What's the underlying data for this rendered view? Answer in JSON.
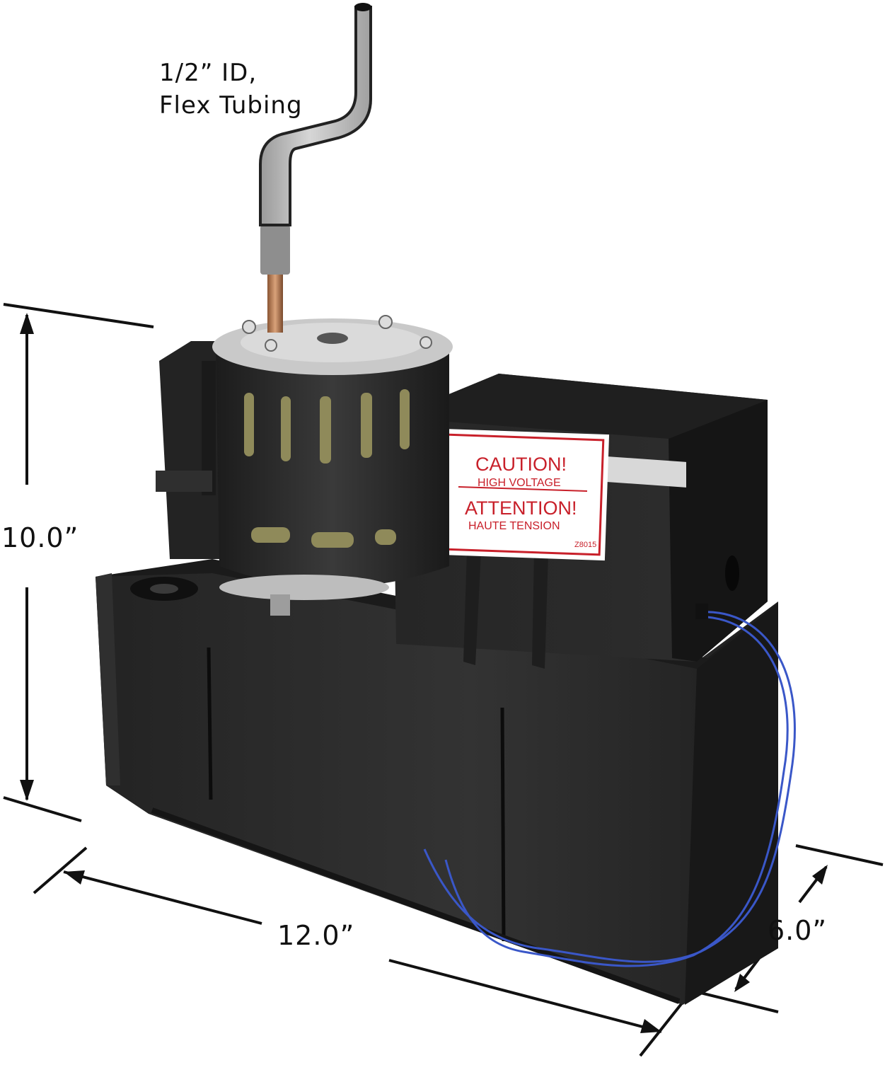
{
  "tubing_label": {
    "line1": "1/2” ID,",
    "line2": "Flex Tubing"
  },
  "dimensions": {
    "height": "10.0”",
    "length": "12.0”",
    "depth": "6.0”"
  },
  "caution_label": {
    "title_en": "CAUTION!",
    "sub_en": "HIGH VOLTAGE",
    "title_fr": "ATTENTION!",
    "sub_fr": "HAUTE TENSION",
    "code": "Z8015"
  },
  "colors": {
    "pump_body": "#2b2b2b",
    "pump_dark": "#1a1a1a",
    "label_red": "#c8202a",
    "wire_blue": "#3a57c8",
    "tubing_gray": "#b8b8b8",
    "copper": "#b87850"
  }
}
